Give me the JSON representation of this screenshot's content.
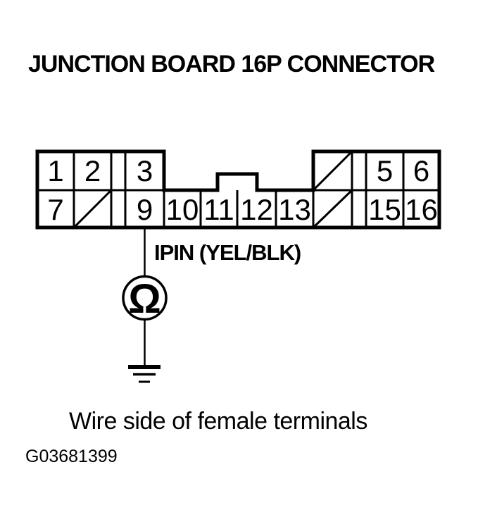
{
  "title": "JUNCTION BOARD 16P CONNECTOR",
  "connector": {
    "pins": {
      "1": "1",
      "2": "2",
      "3": "3",
      "5": "5",
      "6": "6",
      "7": "7",
      "9": "9",
      "10": "10",
      "11": "11",
      "12": "12",
      "13": "13",
      "15": "15",
      "16": "16"
    }
  },
  "wire": {
    "label": "IPIN (YEL/BLK)",
    "from_pin": "9"
  },
  "meter": {
    "symbol": "Ω"
  },
  "caption": "Wire side of female terminals",
  "figure_id": "G03681399",
  "colors": {
    "ink": "#000000",
    "paper": "#ffffff"
  }
}
